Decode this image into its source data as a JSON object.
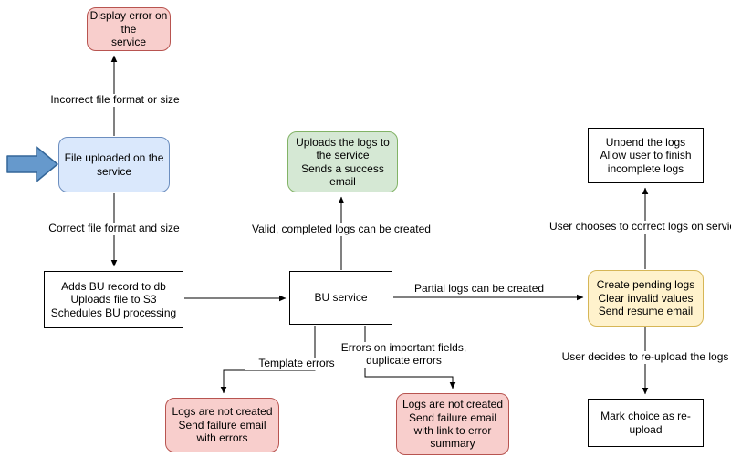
{
  "colors": {
    "error_fill": "#f8cecc",
    "error_stroke": "#b85450",
    "info_fill": "#dae8fc",
    "info_stroke": "#6c8ebf",
    "success_fill": "#d5e8d4",
    "success_stroke": "#82b366",
    "warn_fill": "#fff2cc",
    "warn_stroke": "#d6b656",
    "arrow_fill": "#6699cc",
    "arrow_stroke": "#336699",
    "connector": "#000000"
  },
  "nodes": {
    "display_error": {
      "label": "Display error on the\nservice",
      "type": "error"
    },
    "file_uploaded": {
      "label": "File uploaded on the\nservice",
      "type": "info"
    },
    "adds_record": {
      "label": "Adds BU record to db\nUploads file to S3\nSchedules BU processing",
      "type": "process"
    },
    "bu_service": {
      "label": "BU service",
      "type": "process"
    },
    "success_email": {
      "label": "Uploads the logs to\nthe service\nSends a success\nemail",
      "type": "success"
    },
    "unpend_logs": {
      "label": "Unpend the logs\nAllow user to finish\nincomplete logs",
      "type": "process"
    },
    "pending_logs": {
      "label": "Create pending logs\nClear invalid values\nSend resume email",
      "type": "warning"
    },
    "mark_reupload": {
      "label": "Mark choice as re-\nupload",
      "type": "process"
    },
    "fail_template": {
      "label": "Logs are not created\nSend failure email\nwith errors",
      "type": "error"
    },
    "fail_fields": {
      "label": "Logs are not created\nSend failure email\nwith link to error\nsummary",
      "type": "error"
    }
  },
  "edge_labels": {
    "incorrect_format": "Incorrect file format or size",
    "correct_format": "Correct file format and size",
    "valid_logs": "Valid, completed logs can be created",
    "partial_logs": "Partial logs can be created",
    "user_corrects": "User chooses to correct logs on service",
    "user_reuploads": "User decides to re-upload the logs",
    "template_errors": "Template errors",
    "important_errors": "Errors on important fields,\nduplicate errors"
  }
}
